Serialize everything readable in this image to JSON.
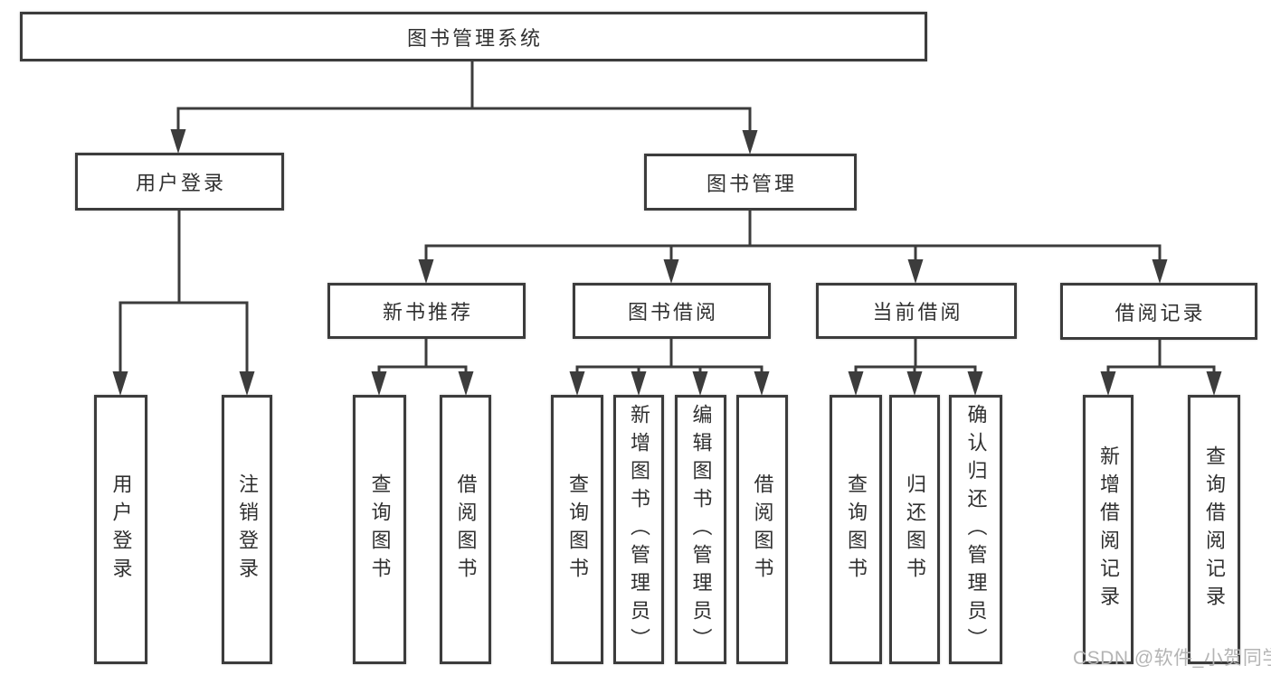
{
  "diagram": {
    "title": "图书管理系统",
    "nodes": [
      {
        "id": "root",
        "label": "图书管理系统"
      },
      {
        "id": "user-login",
        "label": "用户登录"
      },
      {
        "id": "book-mgmt",
        "label": "图书管理"
      },
      {
        "id": "new-book-rec",
        "label": "新书推荐"
      },
      {
        "id": "book-borrow",
        "label": "图书借阅"
      },
      {
        "id": "current-borrow",
        "label": "当前借阅"
      },
      {
        "id": "borrow-record",
        "label": "借阅记录"
      },
      {
        "id": "leaf-login",
        "label": "用户登录"
      },
      {
        "id": "leaf-logout",
        "label": "注销登录"
      },
      {
        "id": "nb-query",
        "label": "查询图书"
      },
      {
        "id": "nb-borrow",
        "label": "借阅图书"
      },
      {
        "id": "bb-query",
        "label": "查询图书"
      },
      {
        "id": "bb-add",
        "label": "新增图书（管理员）"
      },
      {
        "id": "bb-edit",
        "label": "编辑图书（管理员）"
      },
      {
        "id": "bb-borrow",
        "label": "借阅图书"
      },
      {
        "id": "cb-query",
        "label": "查询图书"
      },
      {
        "id": "cb-return",
        "label": "归还图书"
      },
      {
        "id": "cb-confirm",
        "label": "确认归还（管理员）"
      },
      {
        "id": "br-add",
        "label": "新增借阅记录"
      },
      {
        "id": "br-query",
        "label": "查询借阅记录"
      }
    ],
    "hierarchy": [
      {
        "parent": "图书管理系统",
        "children": [
          "用户登录",
          "图书管理"
        ]
      },
      {
        "parent": "用户登录",
        "children": [
          "用户登录",
          "注销登录"
        ]
      },
      {
        "parent": "图书管理",
        "children": [
          "新书推荐",
          "图书借阅",
          "当前借阅",
          "借阅记录"
        ]
      },
      {
        "parent": "新书推荐",
        "children": [
          "查询图书",
          "借阅图书"
        ]
      },
      {
        "parent": "图书借阅",
        "children": [
          "查询图书",
          "新增图书（管理员）",
          "编辑图书（管理员）",
          "借阅图书"
        ]
      },
      {
        "parent": "当前借阅",
        "children": [
          "查询图书",
          "归还图书",
          "确认归还（管理员）"
        ]
      },
      {
        "parent": "借阅记录",
        "children": [
          "新增借阅记录",
          "查询借阅记录"
        ]
      }
    ]
  },
  "watermark": {
    "text": "CSDN @软件_小贺同学"
  },
  "colors": {
    "line": "#3c3c3c",
    "box_border": "#3c3c3c",
    "text": "#303030",
    "watermark": "#b4b4b4",
    "background": "#ffffff"
  }
}
